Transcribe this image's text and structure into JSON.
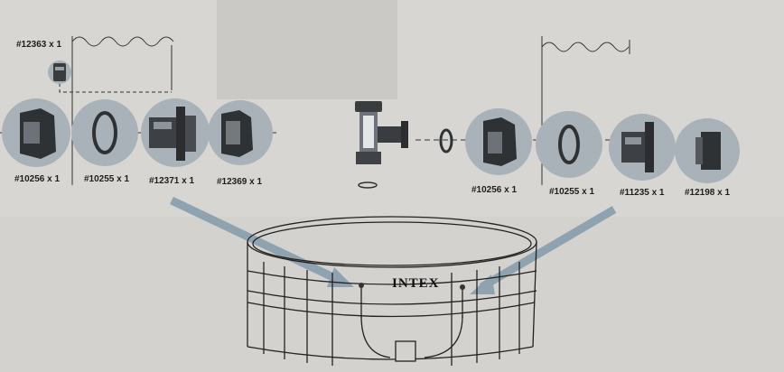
{
  "brand": "INTEX",
  "parts": [
    {
      "id": "part-12363",
      "label": "#12363 x 1"
    },
    {
      "id": "part-10256-left",
      "label": "#10256 x 1"
    },
    {
      "id": "part-10255-left",
      "label": "#10255 x 1"
    },
    {
      "id": "part-12371",
      "label": "#12371 x 1"
    },
    {
      "id": "part-12369",
      "label": "#12369 x 1"
    },
    {
      "id": "part-10256-right",
      "label": "#10256 x 1"
    },
    {
      "id": "part-10255-right",
      "label": "#10255 x 1"
    },
    {
      "id": "part-11235",
      "label": "#11235 x 1"
    },
    {
      "id": "part-12198",
      "label": "#12198 x 1"
    }
  ],
  "colors": {
    "background": "#d8d6d2",
    "wall_panel": "#cfcdc9",
    "part_circle": "#a9b2b9",
    "arrow": "#8ea2b0",
    "line": "#222222"
  }
}
